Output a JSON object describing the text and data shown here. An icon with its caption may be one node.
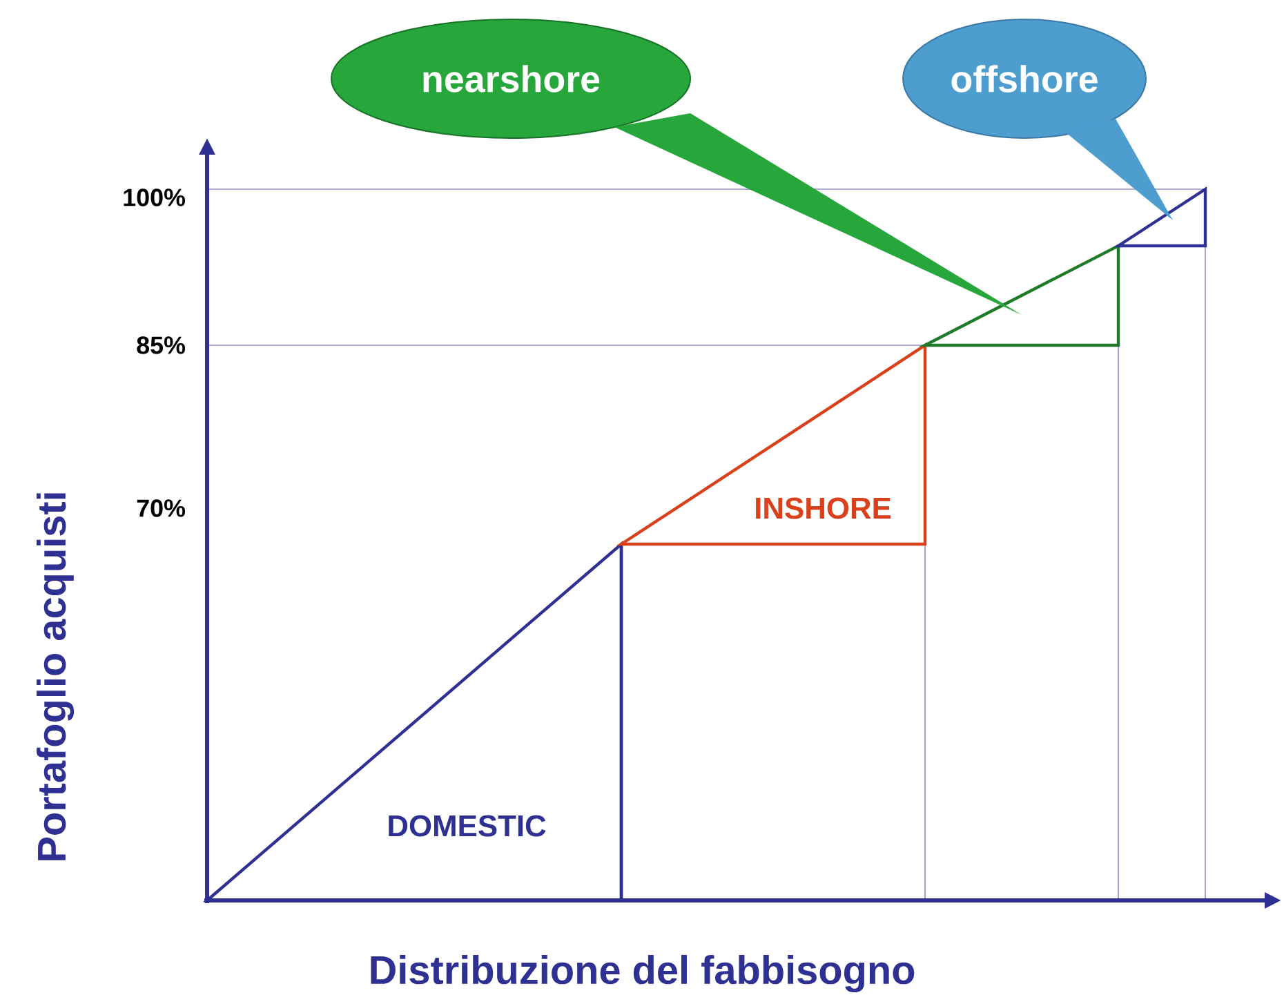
{
  "diagram": {
    "nodes": [
      {
        "text": [
          "DOMESTIC"
        ]
      },
      {
        "text": [
          "INSHORE"
        ]
      },
      {
        "text": [],
        "shape": "triangle"
      },
      {
        "text": [],
        "shape": "triangle"
      },
      {
        "text": [
          "nearshore"
        ]
      },
      {
        "text": [
          "offshore"
        ]
      }
    ],
    "edges": [
      {
        "from": 4,
        "to": 2,
        "arrow": "none"
      },
      {
        "from": 5,
        "to": 3,
        "arrow": "none"
      }
    ],
    "labels": [
      "100%",
      "85%",
      "70%",
      "Portafoglio acquisti",
      "Distribuzione del fabbisogno"
    ]
  }
}
